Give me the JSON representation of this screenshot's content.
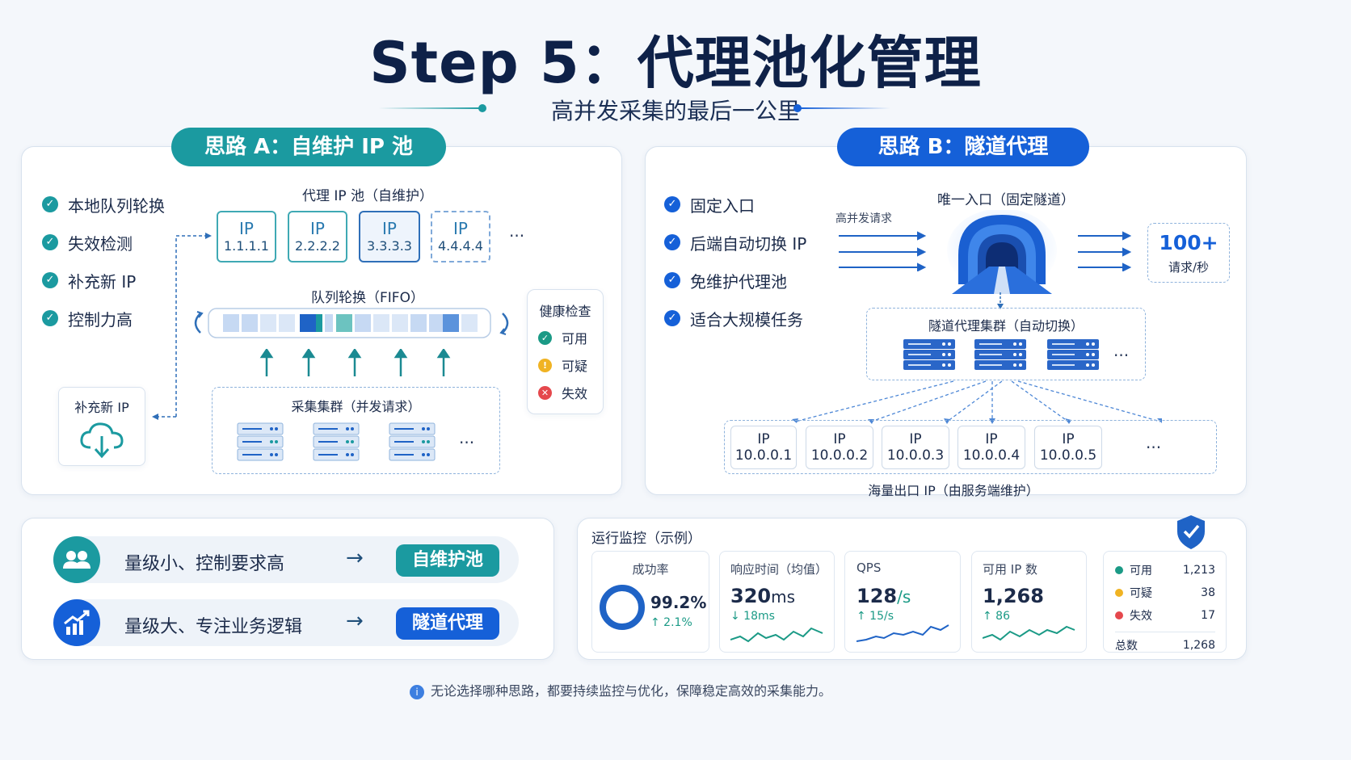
{
  "header": {
    "title": "Step 5：代理池化管理",
    "subtitle": "高并发采集的最后一公里"
  },
  "left": {
    "pill": "思路 A：自维护 IP 池",
    "checks": [
      "本地队列轮换",
      "失效检测",
      "补充新 IP",
      "控制力高"
    ],
    "pool_title": "代理 IP 池（自维护）",
    "ips": [
      {
        "label": "IP",
        "addr": "1.1.1.1"
      },
      {
        "label": "IP",
        "addr": "2.2.2.2"
      },
      {
        "label": "IP",
        "addr": "3.3.3.3"
      },
      {
        "label": "IP",
        "addr": "4.4.4.4"
      }
    ],
    "ellipsis": "···",
    "queue_title": "队列轮换（FIFO）",
    "health_title": "健康检查",
    "health": [
      {
        "icon": "✓",
        "label": "可用",
        "color": "#1b9a86"
      },
      {
        "icon": "!",
        "label": "可疑",
        "color": "#f0b323"
      },
      {
        "icon": "✕",
        "label": "失效",
        "color": "#e5484d"
      }
    ],
    "refill": "补充新 IP",
    "cluster_title": "采集集群（并发请求）"
  },
  "right": {
    "pill": "思路 B：隧道代理",
    "checks": [
      "固定入口",
      "后端自动切换 IP",
      "免维护代理池",
      "适合大规模任务"
    ],
    "requests_label": "高并发请求",
    "entry_label": "唯一入口（固定隧道）",
    "rate_value": "100+",
    "rate_unit": "请求/秒",
    "cluster_title": "隧道代理集群（自动切换）",
    "ips": [
      {
        "label": "IP",
        "addr": "10.0.0.1"
      },
      {
        "label": "IP",
        "addr": "10.0.0.2"
      },
      {
        "label": "IP",
        "addr": "10.0.0.3"
      },
      {
        "label": "IP",
        "addr": "10.0.0.4"
      },
      {
        "label": "IP",
        "addr": "10.0.0.5"
      }
    ],
    "ellipsis": "···",
    "egress_label": "海量出口 IP（由服务端维护）"
  },
  "decision": {
    "rows": [
      {
        "text": "量级小、控制要求高",
        "arrow": "→",
        "result": "自维护池",
        "color": "#1b9aa0"
      },
      {
        "text": "量级大、专注业务逻辑",
        "arrow": "→",
        "result": "隧道代理",
        "color": "#1560d8"
      }
    ]
  },
  "monitor": {
    "title": "运行监控（示例）",
    "success": {
      "title": "成功率",
      "value": "99.2%",
      "change": "↑ 2.1%",
      "ratio": 0.992
    },
    "latency": {
      "title": "响应时间（均值）",
      "value": "320",
      "unit": "ms",
      "change": "↓ 18ms"
    },
    "qps": {
      "title": "QPS",
      "value": "128",
      "unit": "/s",
      "change": "↑ 15/s"
    },
    "ipcount": {
      "title": "可用 IP 数",
      "value": "1,268",
      "change": "↑ 86"
    },
    "legend": [
      {
        "label": "可用",
        "value": "1,213",
        "color": "#1b9a86"
      },
      {
        "label": "可疑",
        "value": "38",
        "color": "#f0b323"
      },
      {
        "label": "失效",
        "value": "17",
        "color": "#e5484d"
      }
    ],
    "total_label": "总数",
    "total_value": "1,268"
  },
  "footer": {
    "note": "无论选择哪种思路，都要持续监控与优化，保障稳定高效的采集能力。"
  }
}
